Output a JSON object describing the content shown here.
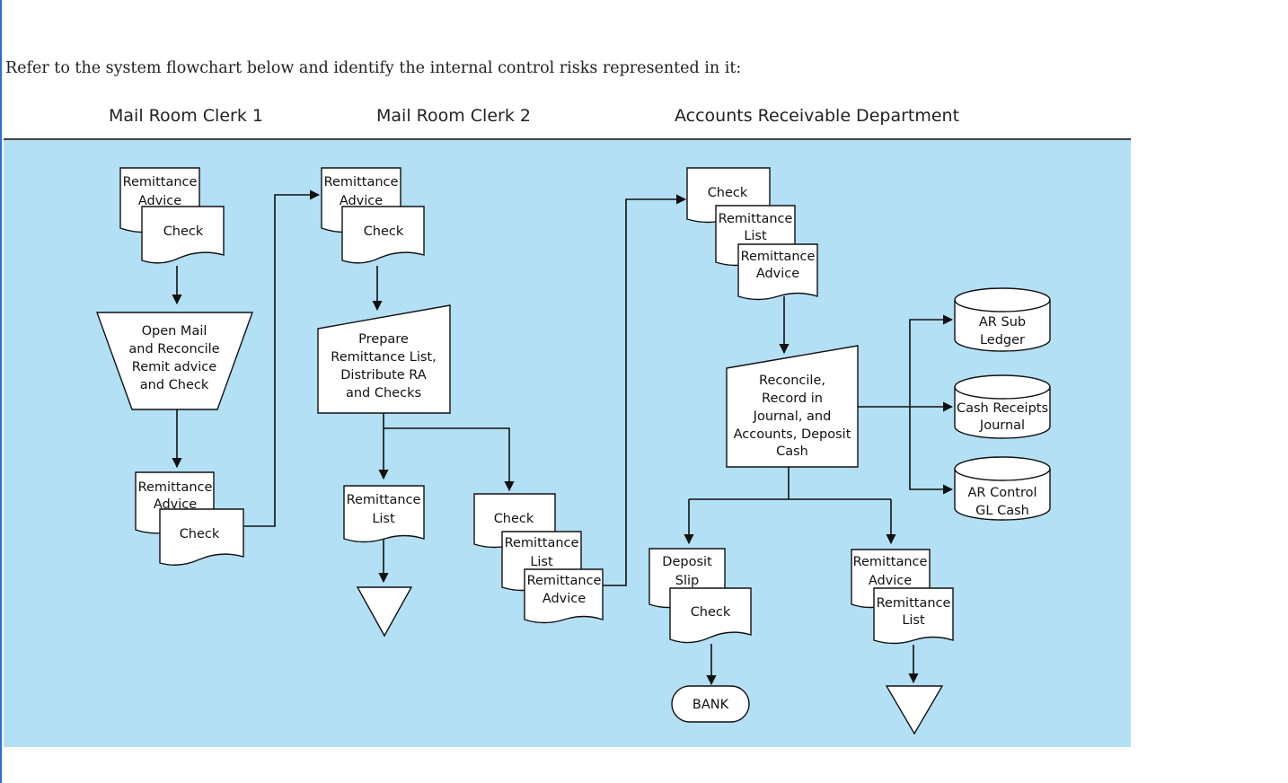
{
  "question": "Refer to the system flowchart below and identify the internal control risks represented in it:",
  "lanes": [
    "Mail Room Clerk 1",
    "Mail Room Clerk 2",
    "Accounts Receivable Department"
  ],
  "colors": {
    "diagram_background": "#b3e0f5",
    "shape_fill": "#ffffff",
    "line": "#111111",
    "header_rule": "#444444"
  },
  "docs": {
    "c1_ra": "Remittance",
    "c1_ra2": "Advice",
    "c1_check": "Check",
    "c2_ra": "Remittance",
    "c2_ra2": "Advice",
    "c2_check": "Check",
    "c1b_ra": "Remittance",
    "c1b_ra2": "Advice",
    "c1b_check": "Check",
    "c2_list": "Remittance",
    "c2_list2": "List",
    "c2b_check": "Check",
    "c2b_rl": "Remittance",
    "c2b_rl2": "List",
    "c2b_ra": "Remittance",
    "c2b_ra2": "Advice",
    "ar_check": "Check",
    "ar_rl": "Remittance",
    "ar_rl2": "List",
    "ar_ra": "Remittance",
    "ar_ra2": "Advice",
    "ar_slip": "Deposit",
    "ar_slip2": "Slip",
    "ar_slip_check": "Check",
    "ar_out_ra": "Remittance",
    "ar_out_ra2": "Advice",
    "ar_out_rl": "Remittance",
    "ar_out_rl2": "List"
  },
  "processes": {
    "open": [
      "Open Mail",
      "and Reconcile",
      "Remit advice",
      "and Check"
    ],
    "prepare": [
      "Prepare",
      "Remittance List,",
      "Distribute RA",
      "and Checks"
    ],
    "reconcile": [
      "Reconcile,",
      "Record in",
      "Journal, and",
      "Accounts, Deposit",
      "Cash"
    ]
  },
  "storage": {
    "ar_sub": [
      "AR Sub",
      "Ledger"
    ],
    "cash_receipts": [
      "Cash Receipts",
      "Journal"
    ],
    "ar_control": [
      "AR Control",
      "GL Cash"
    ]
  },
  "terminal": "BANK"
}
